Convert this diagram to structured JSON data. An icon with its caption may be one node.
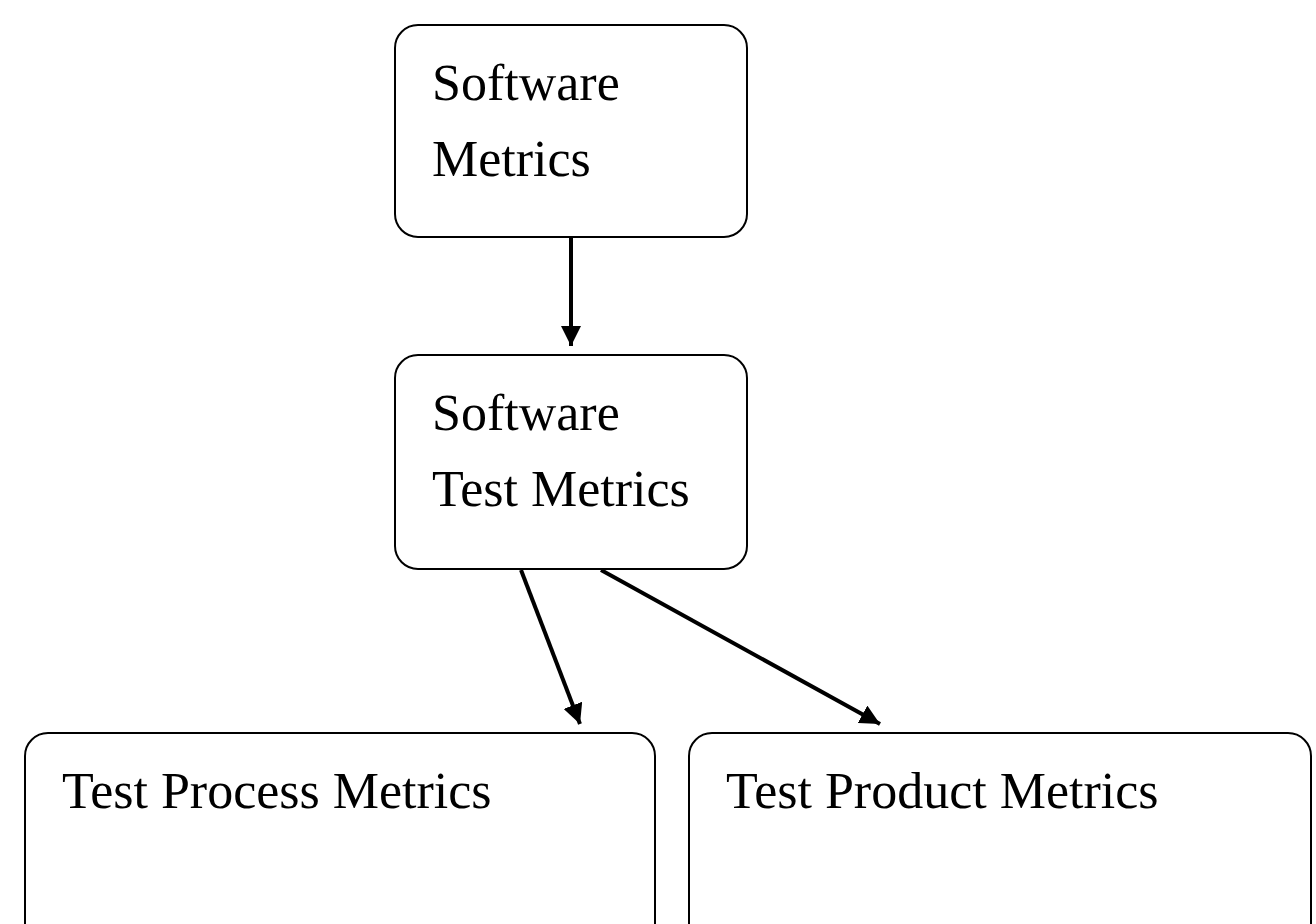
{
  "diagram": {
    "nodes": [
      {
        "text": [
          "Software Metrics"
        ]
      },
      {
        "text": [
          "Software Test Metrics"
        ]
      },
      {
        "text": [
          "Test Process Metrics"
        ]
      },
      {
        "text": [
          "Test Product Metrics"
        ]
      }
    ],
    "edges": [
      {
        "from": 0,
        "to": 1,
        "arrow": "to"
      },
      {
        "from": 1,
        "to": 2,
        "arrow": "to"
      },
      {
        "from": 1,
        "to": 3,
        "arrow": "to"
      }
    ]
  }
}
